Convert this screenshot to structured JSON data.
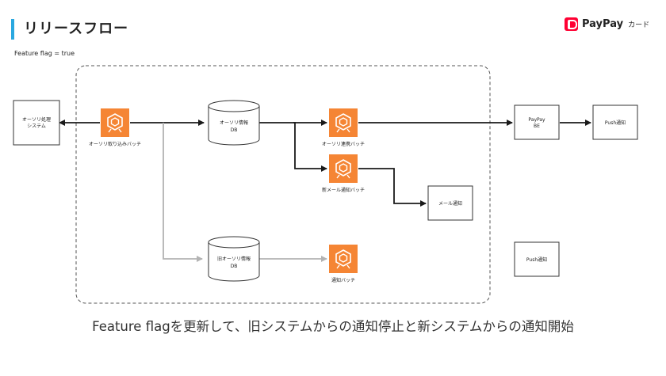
{
  "header": {
    "title": "リリースフロー",
    "logo_text": "PayPay",
    "logo_sub": "カード",
    "accent": "#2aa8e0",
    "brand_color": "#ff0033"
  },
  "flag_text": "Feature flag = true",
  "nodes": {
    "external_system": [
      "オーソリ処理",
      "システム"
    ],
    "ingest_batch": "オーソリ取り込みバッチ",
    "auth_db": [
      "オーソリ情報",
      "DB"
    ],
    "link_batch": "オーソリ連携バッチ",
    "new_mail_batch": "新メール通知バッチ",
    "paypay_bff": [
      "PayPay",
      "BE"
    ],
    "push_1": "Push通知",
    "mail_notify": "メール通知",
    "old_db": [
      "旧オーソリ情報",
      "DB"
    ],
    "old_notify_batch": "通知バッチ",
    "push_2": "Push通知"
  },
  "colors": {
    "batch_orange": "#f58534",
    "active_line": "#1a1a1a",
    "inactive_line": "#b3b3b3"
  },
  "caption": "Feature flagを更新して、旧システムからの通知停止と新システムからの通知開始"
}
